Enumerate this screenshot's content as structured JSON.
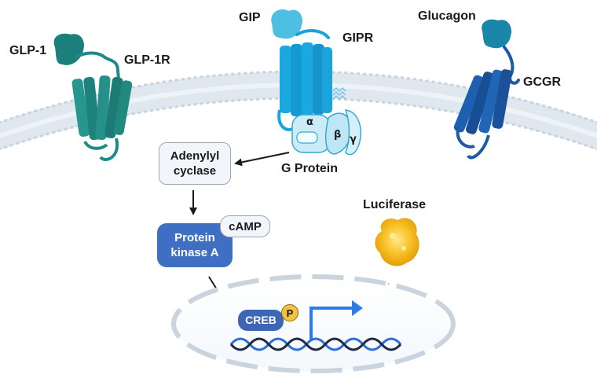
{
  "receptors": {
    "glp1": {
      "ligand": "GLP-1",
      "receptor": "GLP-1R"
    },
    "gip": {
      "ligand": "GIP",
      "receptor": "GIPR"
    },
    "glucagon": {
      "ligand": "Glucagon",
      "receptor": "GCGR"
    }
  },
  "g_protein": {
    "label": "G Protein",
    "alpha": "α",
    "beta": "β",
    "gamma": "γ"
  },
  "pathway": {
    "adenylyl_cyclase": "Adenylyl cyclase",
    "protein_kinase_a": "Protein kinase A",
    "camp": "cAMP",
    "creb": "CREB",
    "phospho": "P",
    "reporter": "Luciferase"
  },
  "colors": {
    "glp1_receptor": "#1f8b88",
    "gip_receptor": "#1ba3db",
    "gcgr_receptor": "#1f5aa5",
    "membrane": "#e9eff5",
    "pka": "#3f6fc2",
    "luciferase": "#f5b819"
  }
}
